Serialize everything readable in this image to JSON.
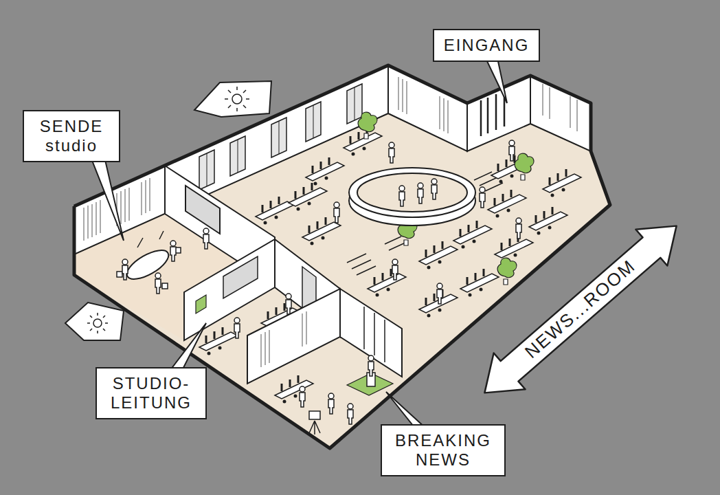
{
  "diagram": {
    "nodes": [
      {
        "text": [
          "EINGANG"
        ]
      },
      {
        "text": [
          "SENDE studio"
        ]
      },
      {
        "text": [
          "NEWS...ROOM"
        ]
      },
      {
        "text": [
          "STUDIO- LEITUNG"
        ]
      },
      {
        "text": [
          "BREAKING NEWS"
        ]
      }
    ]
  }
}
